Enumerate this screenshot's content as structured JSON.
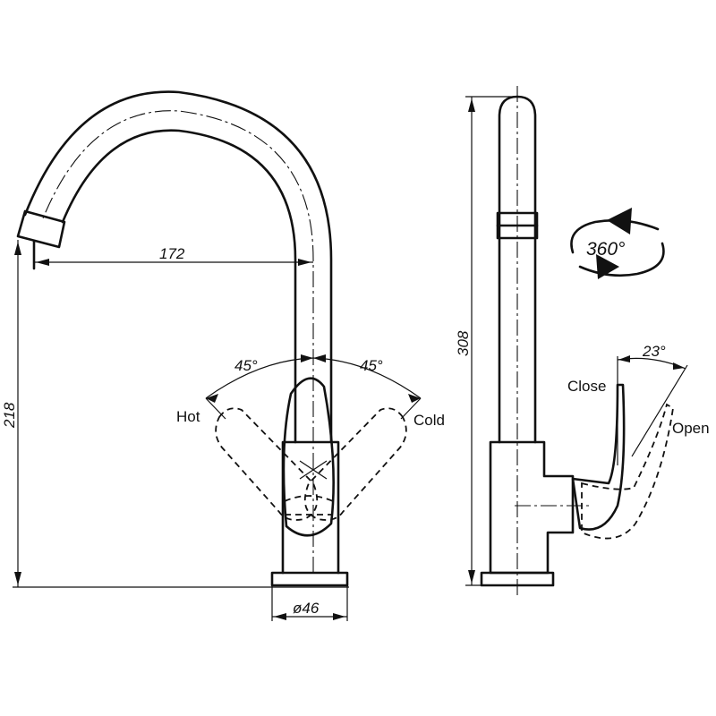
{
  "front_view": {
    "dim_spout_reach": "172",
    "dim_height": "218",
    "dim_base_diameter": "ø46",
    "angle_left": "45°",
    "angle_right": "45°",
    "label_hot": "Hot",
    "label_cold": "Cold"
  },
  "side_view": {
    "dim_total_height": "308",
    "rotation_label": "360°",
    "lever_angle": "23°",
    "label_close": "Close",
    "label_open": "Open"
  }
}
